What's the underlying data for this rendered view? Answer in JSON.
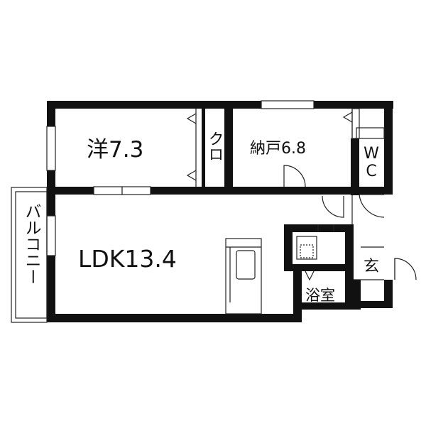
{
  "rooms": {
    "western_room": "洋7.3",
    "closet": "クロ",
    "storage_room": "納戸6.8",
    "wc": "WC",
    "ldk": "LDK13.4",
    "balcony": "バルコニー",
    "entrance": "玄",
    "bathroom": "浴室"
  },
  "colors": {
    "wall": "#111111",
    "background": "#ffffff",
    "line": "#222222"
  }
}
